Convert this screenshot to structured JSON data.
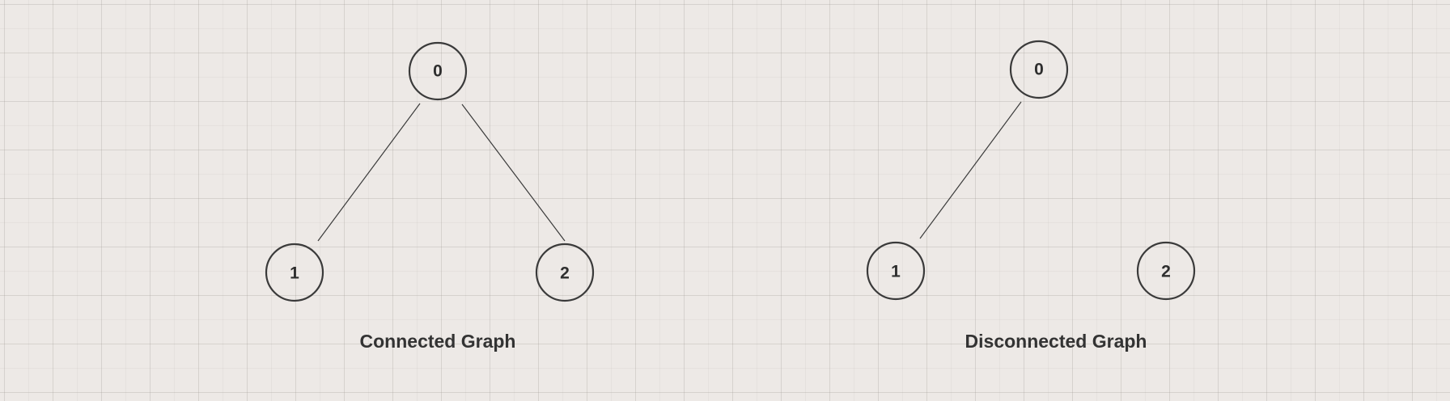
{
  "diagrams": [
    {
      "caption": "Connected Graph",
      "nodes": [
        {
          "id": "n0",
          "label": "0"
        },
        {
          "id": "n1",
          "label": "1"
        },
        {
          "id": "n2",
          "label": "2"
        }
      ],
      "edges": [
        {
          "from": "n0",
          "to": "n1"
        },
        {
          "from": "n0",
          "to": "n2"
        }
      ]
    },
    {
      "caption": "Disconnected Graph",
      "nodes": [
        {
          "id": "n0",
          "label": "0"
        },
        {
          "id": "n1",
          "label": "1"
        },
        {
          "id": "n2",
          "label": "2"
        }
      ],
      "edges": [
        {
          "from": "n0",
          "to": "n1"
        }
      ]
    }
  ],
  "colors": {
    "background": "#ede9e6",
    "stroke": "#3a3a3a",
    "text": "#333333"
  }
}
